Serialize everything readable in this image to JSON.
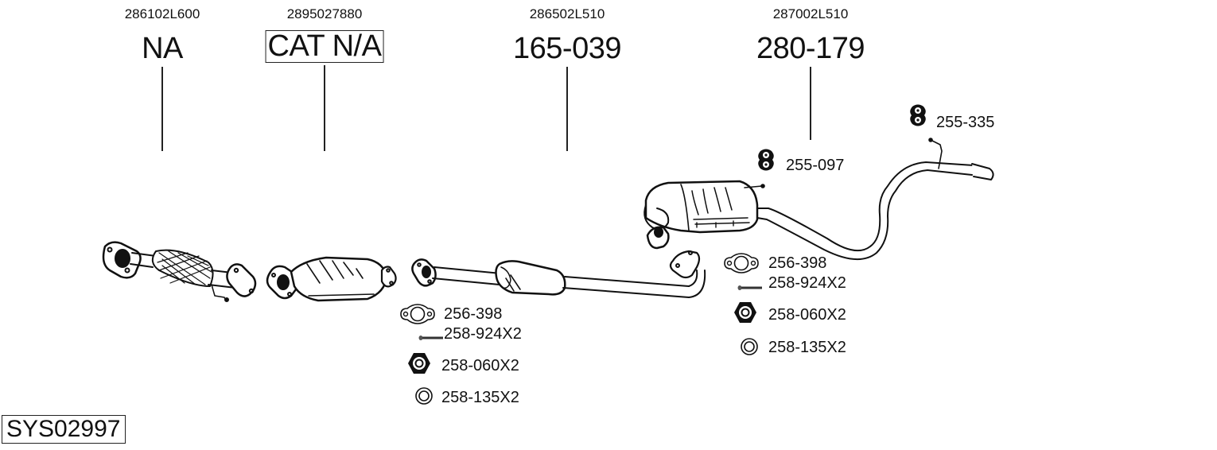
{
  "diagram": {
    "system_code": "SYS02997",
    "parts": [
      {
        "oe_number": "286102L600",
        "part_number": "NA",
        "boxed": false,
        "name": "front pipe"
      },
      {
        "oe_number": "2895027880",
        "part_number": "CAT N/A",
        "boxed": true,
        "name": "catalytic converter"
      },
      {
        "oe_number": "286502L510",
        "part_number": "165-039",
        "boxed": false,
        "name": "middle silencer"
      },
      {
        "oe_number": "287002L510",
        "part_number": "280-179",
        "boxed": false,
        "name": "rear silencer"
      }
    ],
    "hardware_group_middle": [
      {
        "icon": "gasket-icon",
        "label": "256-398"
      },
      {
        "icon": "bolt-icon",
        "label": "258-924X2"
      },
      {
        "icon": "hex-nut-icon",
        "label": "258-060X2"
      },
      {
        "icon": "washer-ring-icon",
        "label": "258-135X2"
      }
    ],
    "hardware_group_rear": [
      {
        "icon": "gasket-icon",
        "label": "256-398"
      },
      {
        "icon": "bolt-icon",
        "label": "258-924X2"
      },
      {
        "icon": "hex-nut-icon",
        "label": "258-060X2"
      },
      {
        "icon": "washer-ring-icon",
        "label": "258-135X2"
      }
    ],
    "rubber_mounts": [
      {
        "icon": "rubber-hanger-icon",
        "label": "255-097"
      },
      {
        "icon": "rubber-hanger-icon",
        "label": "255-335"
      }
    ],
    "colors": {
      "ink": "#111111",
      "background": "#ffffff"
    }
  }
}
